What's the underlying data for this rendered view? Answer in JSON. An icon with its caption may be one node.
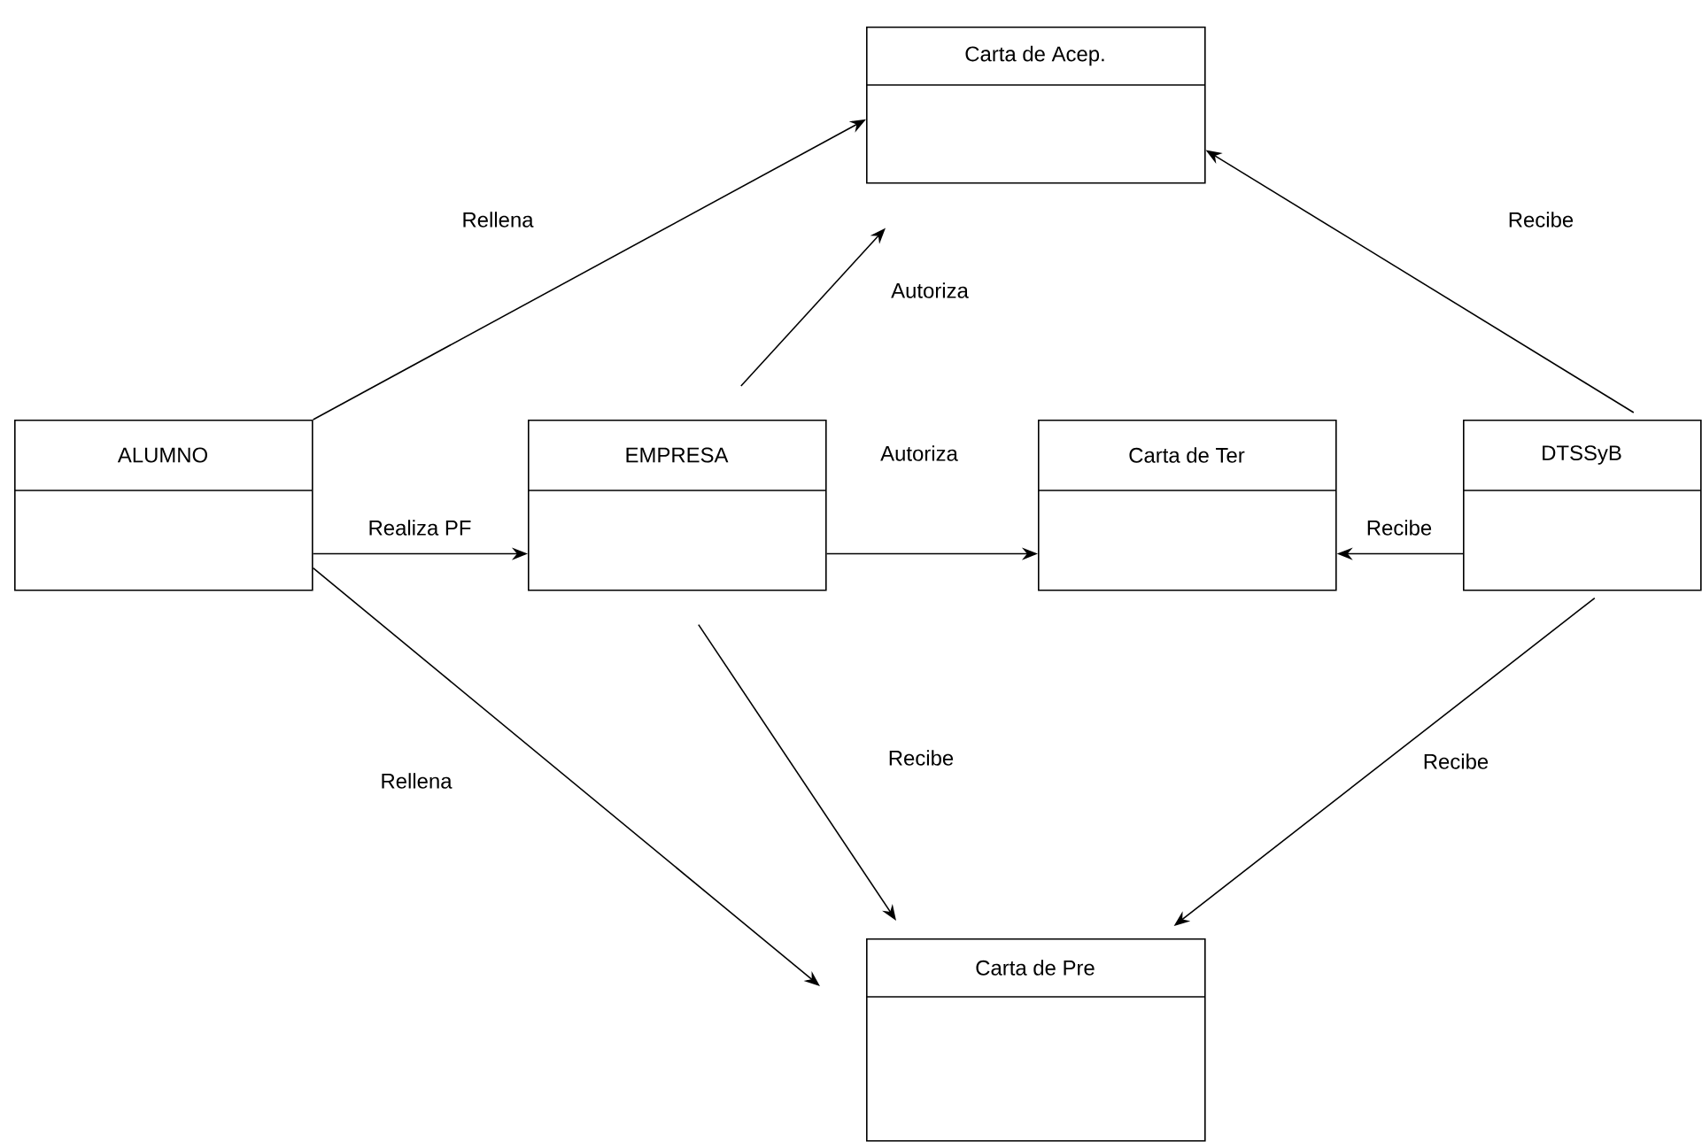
{
  "diagram": {
    "nodes": [
      {
        "text": [
          "Carta de Acep."
        ]
      },
      {
        "text": [
          "ALUMNO"
        ]
      },
      {
        "text": [
          "EMPRESA"
        ]
      },
      {
        "text": [
          "Carta de Ter"
        ]
      },
      {
        "text": [
          "DTSSyB"
        ]
      },
      {
        "text": [
          "Carta de Pre"
        ]
      }
    ],
    "edges": [
      {
        "from": 1,
        "to": 0,
        "arrow": "to",
        "label": "Rellena"
      },
      {
        "from": 2,
        "to": 0,
        "arrow": "to",
        "label": "Autoriza"
      },
      {
        "from": 4,
        "to": 0,
        "arrow": "to",
        "label": "Recibe"
      },
      {
        "from": 1,
        "to": 2,
        "arrow": "to",
        "label": "Realiza PF"
      },
      {
        "from": 2,
        "to": 3,
        "arrow": "to",
        "label": "Autoriza"
      },
      {
        "from": 4,
        "to": 3,
        "arrow": "to",
        "label": "Recibe"
      },
      {
        "from": 1,
        "to": 5,
        "arrow": "to",
        "label": "Rellena"
      },
      {
        "from": 2,
        "to": 5,
        "arrow": "to",
        "label": "Recibe"
      },
      {
        "from": 4,
        "to": 5,
        "arrow": "to",
        "label": "Recibe"
      }
    ]
  }
}
